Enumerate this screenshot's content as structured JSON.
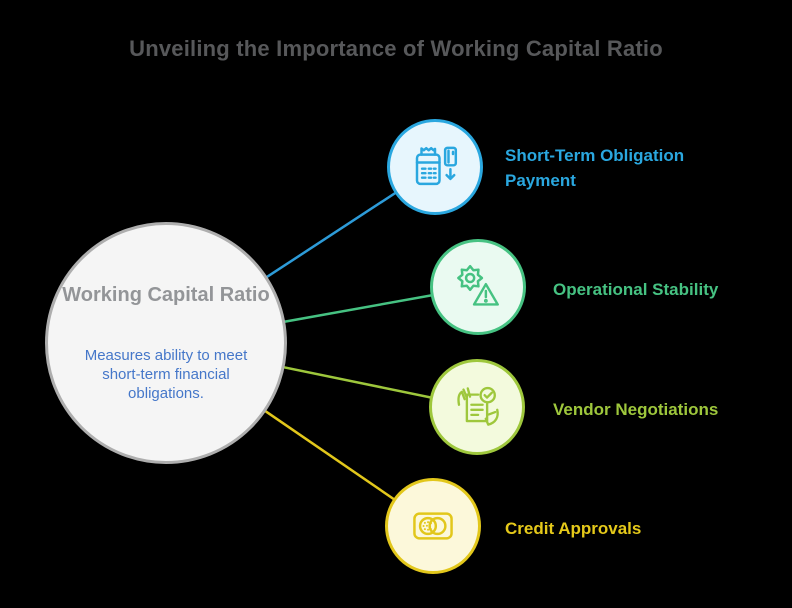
{
  "title": "Unveiling the Importance of Working Capital Ratio",
  "center": {
    "title": "Working Capital Ratio",
    "subtitle": "Measures ability to meet short-term financial obligations."
  },
  "nodes": [
    {
      "label": "Short-Term Obligation Payment",
      "icon": "payment-terminal-icon",
      "accent": "#2aa7df",
      "fill": "#e7f6fd"
    },
    {
      "label": "Operational Stability",
      "icon": "gear-warning-icon",
      "accent": "#46c282",
      "fill": "#eafaf1"
    },
    {
      "label": "Vendor Negotiations",
      "icon": "contract-hands-check-icon",
      "accent": "#9ec73c",
      "fill": "#f3fadd"
    },
    {
      "label": "Credit Approvals",
      "icon": "credit-card-icon",
      "accent": "#e2c71b",
      "fill": "#fcf8da"
    }
  ],
  "palette": {
    "background": "#000000",
    "title_text": "#57585a",
    "center_fill": "#f5f5f5",
    "center_border": "#aeaeae",
    "center_title_text": "#939598",
    "center_subtitle_text": "#4577c9"
  }
}
